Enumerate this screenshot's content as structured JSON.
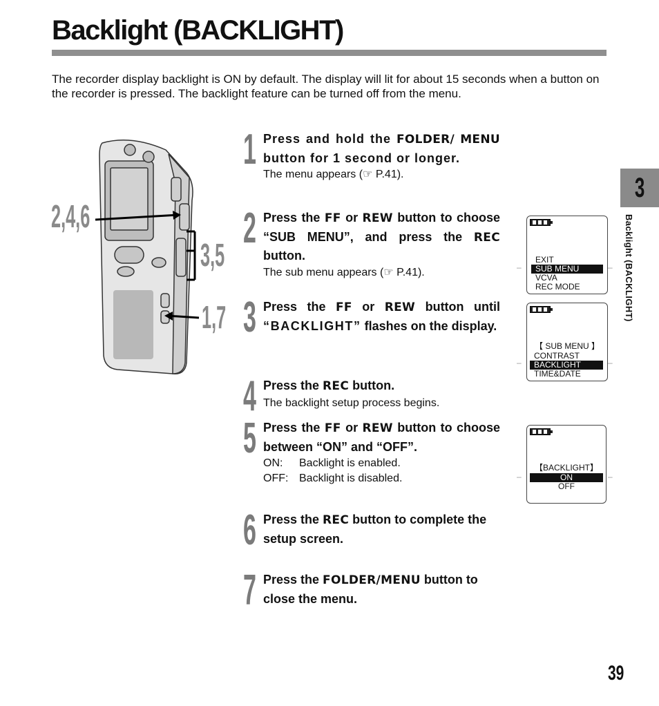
{
  "title": "Backlight (BACKLIGHT)",
  "intro": "The recorder display backlight is ON by default. The display will lit for about 15 seconds when a button on the recorder is pressed. The backlight feature can be turned off from the menu.",
  "figure_labels": {
    "a": "2,4,6",
    "b": "3,5",
    "c": "1,7"
  },
  "steps": [
    {
      "num": "1",
      "pre": "Press and hold the ",
      "kw1": "FOLDER/ MENU",
      "post": " button for 1 second or longer.",
      "note": "The menu appears (☞ P.41)."
    },
    {
      "num": "2",
      "pre": "Press the ",
      "kw1": "FF",
      "mid1": " or ",
      "kw2": "REW",
      "mid2": " button to choose “SUB MENU”, and press the ",
      "kw3": "REC",
      "post": " button.",
      "note": "The sub menu appears (☞ P.41)."
    },
    {
      "num": "3",
      "pre": "Press the ",
      "kw1": "FF",
      "mid1": " or ",
      "kw2": "REW",
      "mid2": " button until ",
      "spaced": "“BACKLIGHT”",
      "post": " flashes on the display."
    },
    {
      "num": "4",
      "pre": "Press the ",
      "kw1": "REC",
      "post": " button.",
      "note": "The backlight setup process begins."
    },
    {
      "num": "5",
      "pre": "Press the ",
      "kw1": "FF",
      "mid1": " or ",
      "kw2": "REW",
      "post": " button to choose between “ON” and “OFF”.",
      "notes": [
        {
          "k": "ON:",
          "v": "Backlight is enabled."
        },
        {
          "k": "OFF:",
          "v": "Backlight is disabled."
        }
      ]
    },
    {
      "num": "6",
      "pre": "Press the ",
      "kw1": "REC",
      "post": " button to complete the setup screen."
    },
    {
      "num": "7",
      "pre": "Press the ",
      "kw1": "FOLDER/MENU",
      "post": " button to close the menu."
    }
  ],
  "lcd1": {
    "items": [
      "EXIT",
      "SUB MENU",
      "VCVA",
      "REC MODE"
    ],
    "selected": "SUB MENU"
  },
  "lcd2": {
    "header": "【 SUB MENU 】",
    "items": [
      "CONTRAST",
      "BACKLIGHT",
      "TIME&DATE"
    ],
    "selected": "BACKLIGHT"
  },
  "lcd3": {
    "header": "【BACKLIGHT】",
    "items": [
      "ON",
      "OFF"
    ],
    "selected": "ON"
  },
  "chapter": "3",
  "side_label": "Backlight (BACKLIGHT)",
  "page_number": "39"
}
